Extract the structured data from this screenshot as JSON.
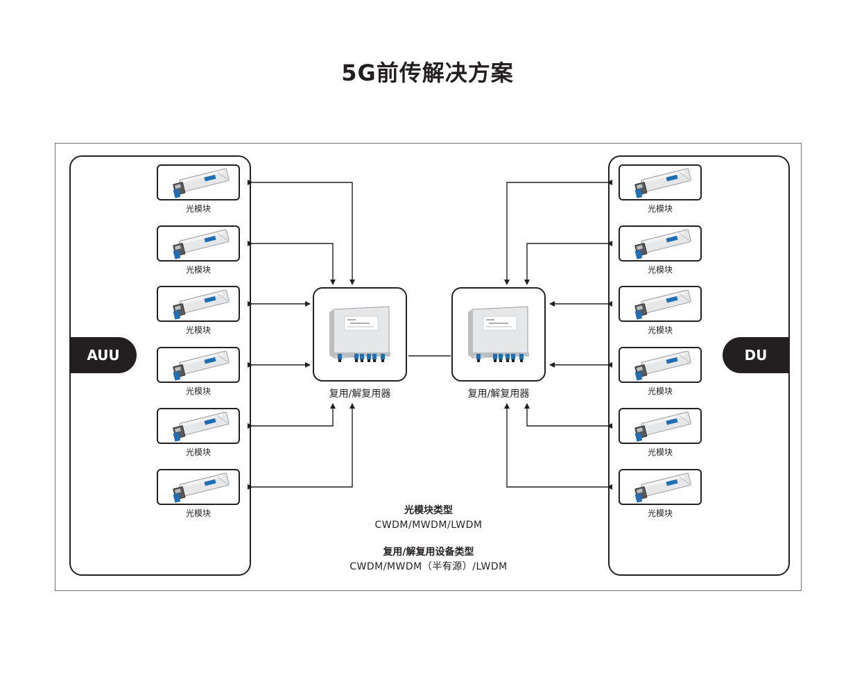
{
  "title": "5G前传解决方案",
  "left_side": {
    "label": "AUU"
  },
  "right_side": {
    "label": "DU"
  },
  "module_label": "光模块",
  "mux_label": "复用/解复用器",
  "notes": {
    "module_type_heading": "光模块类型",
    "module_type_value": "CWDM/MWDM/LWDM",
    "device_type_heading": "复用/解复用设备类型",
    "device_type_value": "CWDM/MWDM（半有源）/LWDM"
  },
  "colors": {
    "stroke": "#231f20",
    "module_accent": "#1f6fb5",
    "tag_bg": "#231f20"
  }
}
